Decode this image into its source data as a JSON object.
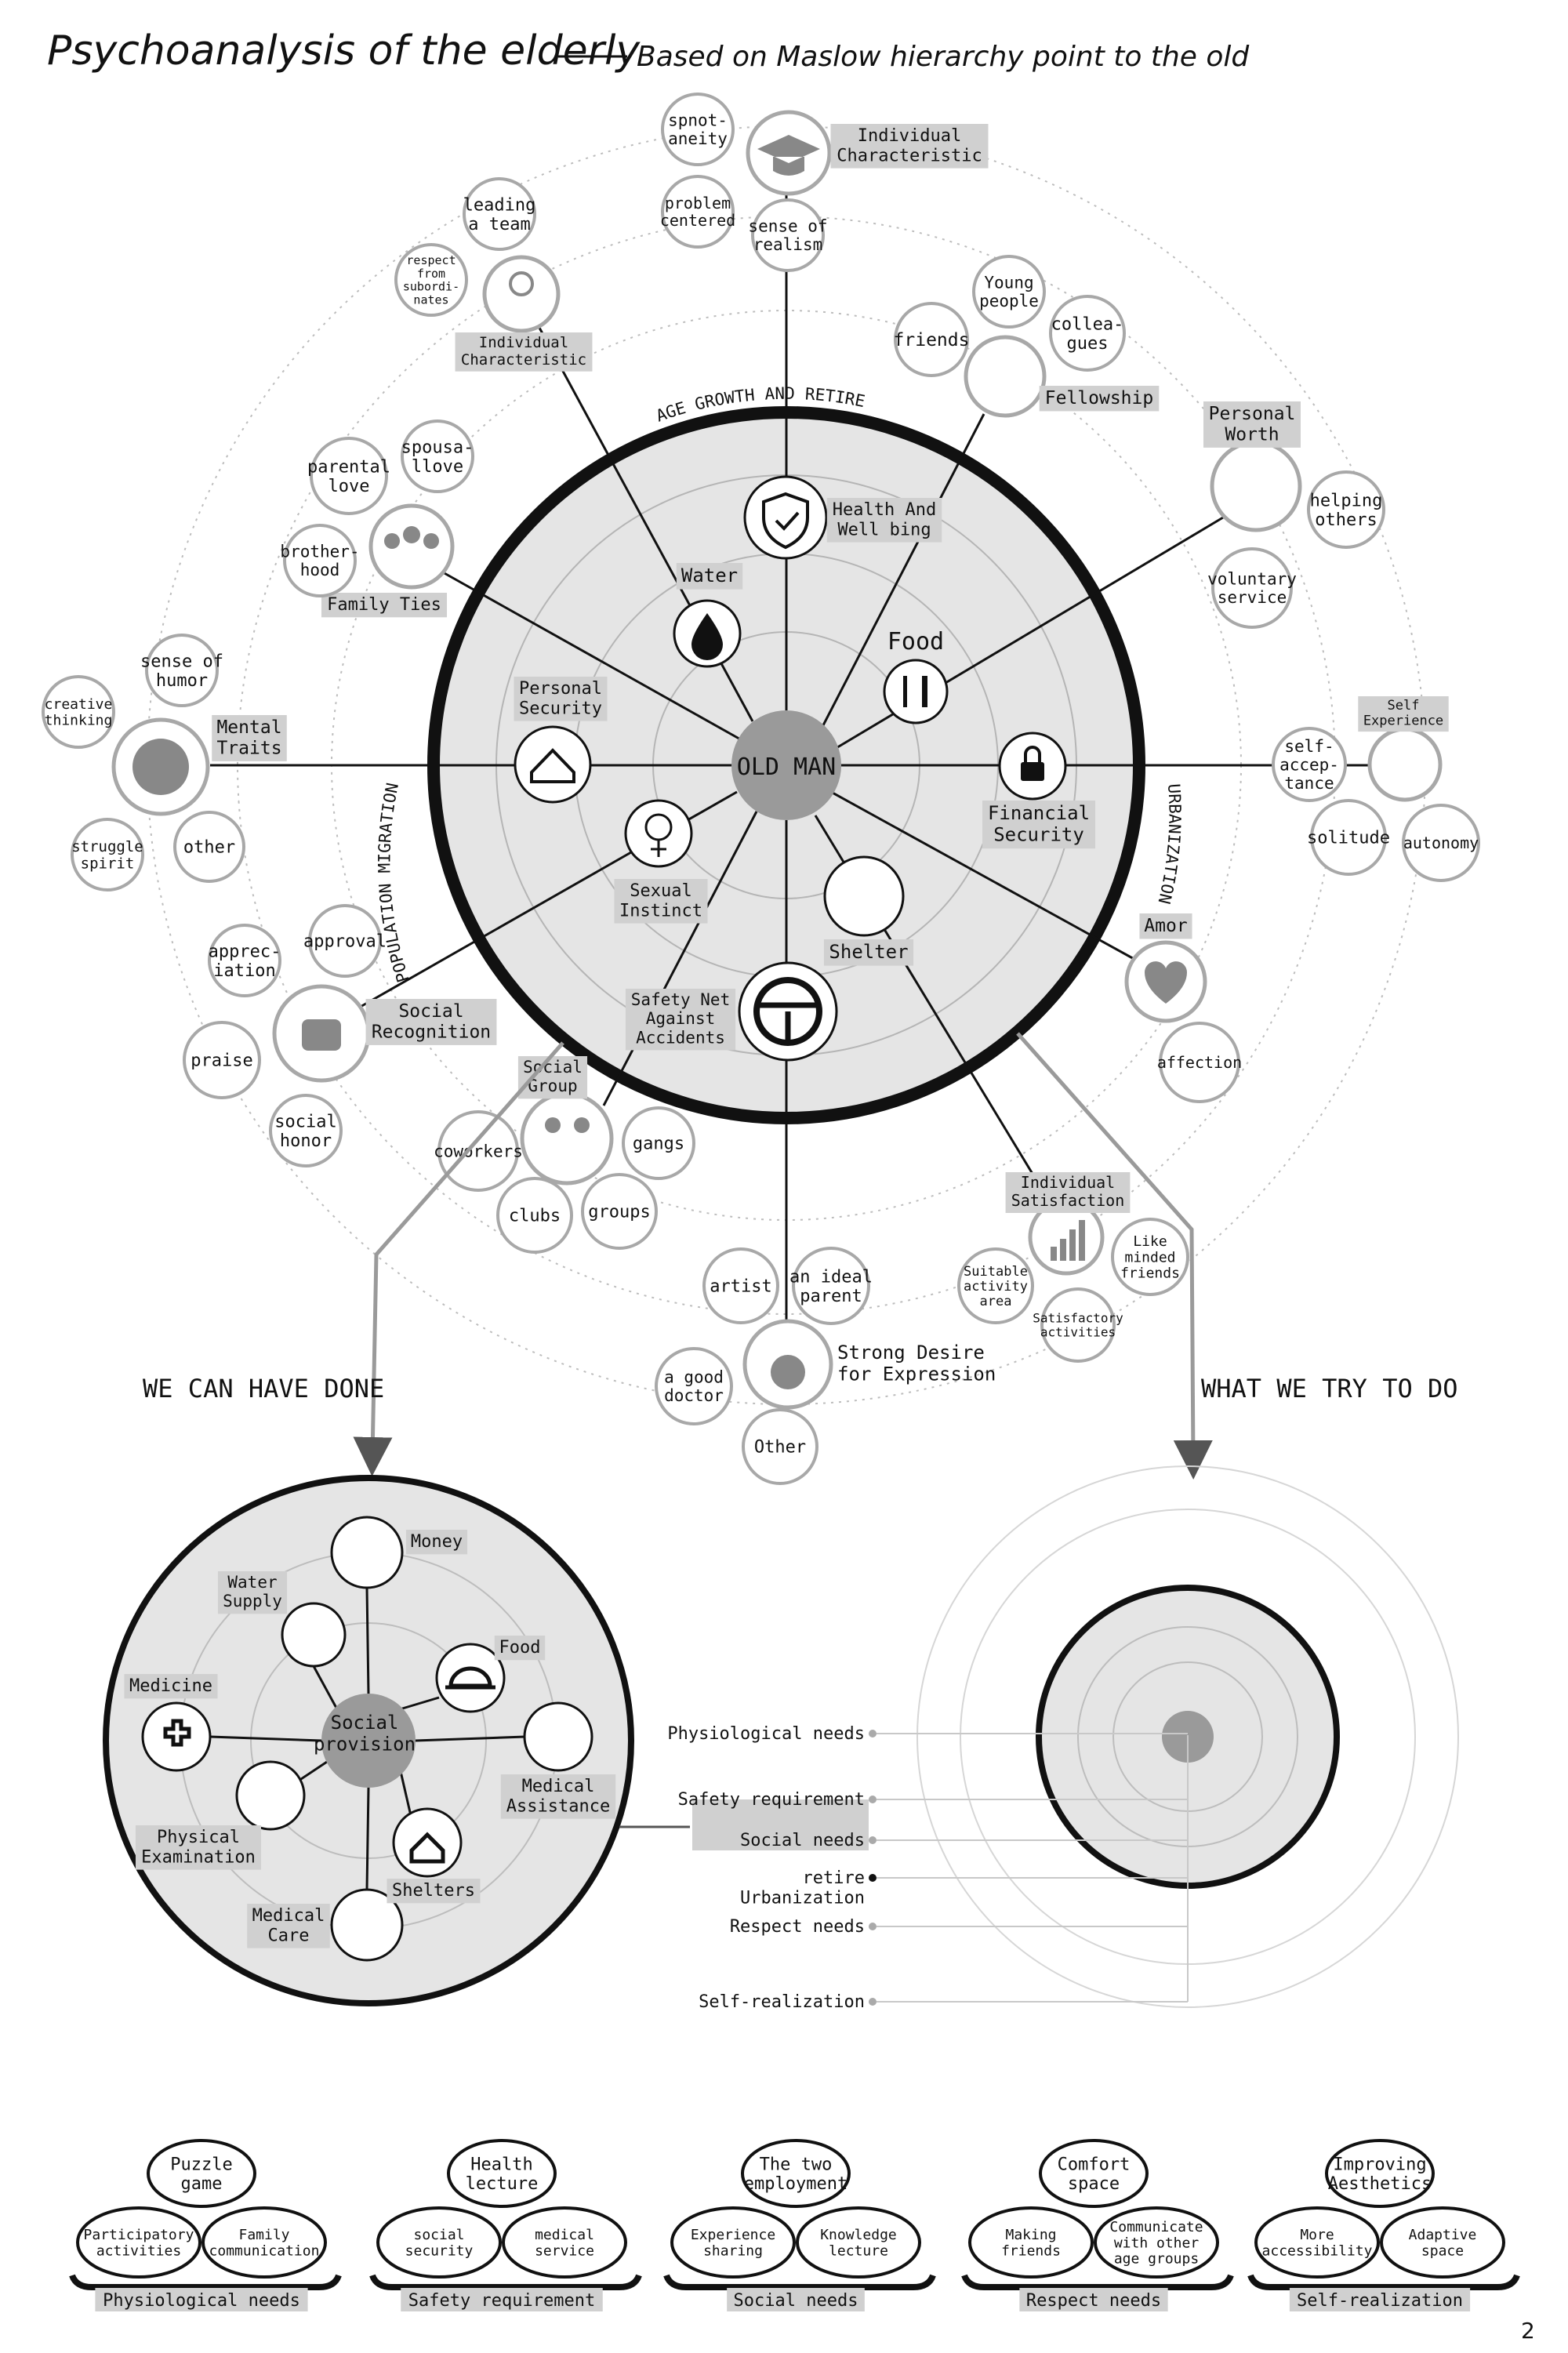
{
  "title": "Psychoanalysis of the elderly",
  "subtitle": "Based on Maslow hierarchy point to the old",
  "page_number": "2",
  "center_label": "OLD MAN",
  "arc_labels": {
    "top": "AGE GROWTH AND RETIRE",
    "left": "POPULATION MIGRATION",
    "right": "URBANIZATION"
  },
  "inner_needs": {
    "health": [
      "Health And",
      "Well bing"
    ],
    "water": [
      "Water"
    ],
    "food": [
      "Food"
    ],
    "personal_security": [
      "Personal",
      "Security"
    ],
    "financial_security": [
      "Financial",
      "Security"
    ],
    "sexual_instinct": [
      "Sexual",
      "Instinct"
    ],
    "shelter": [
      "Shelter"
    ],
    "safety_net": [
      "Safety Net",
      "Against",
      "Accidents"
    ]
  },
  "outer_groups": {
    "top_characteristic": [
      "Individual",
      "Characteristic"
    ],
    "left_characteristic": [
      "Individual",
      "Characteristic"
    ],
    "fellowship": [
      "Fellowship"
    ],
    "personal_worth": [
      "Personal",
      "Worth"
    ],
    "family_ties": [
      "Family Ties"
    ],
    "mental_traits": [
      "Mental",
      "Traits"
    ],
    "self_experience": [
      "Self",
      "Experience"
    ],
    "amor": [
      "Amor"
    ],
    "social_recognition": [
      "Social",
      "Recognition"
    ],
    "social_group": [
      "Social",
      "Group"
    ],
    "individual_satisfaction": [
      "Individual",
      "Satisfaction"
    ],
    "strong_desire": [
      "Strong Desire",
      "for Expression"
    ]
  },
  "bubbles": {
    "spontaneity": [
      "spnot-",
      "aneity"
    ],
    "problem_centered": [
      "problem",
      "centered"
    ],
    "sense_of_realism": [
      "sense of",
      "realism"
    ],
    "leading_a_team": [
      "leading",
      "a team"
    ],
    "respect_from_subordinates": [
      "respect",
      "from",
      "subordi-",
      "nates"
    ],
    "friends": [
      "friends"
    ],
    "young_people": [
      "Young",
      "people"
    ],
    "colleagues": [
      "collea-",
      "gues"
    ],
    "helping_others": [
      "helping",
      "others"
    ],
    "voluntary_service": [
      "voluntary",
      "service"
    ],
    "parental_love": [
      "parental",
      "love"
    ],
    "spousal_love": [
      "spousa-",
      "llove"
    ],
    "brotherhood": [
      "brother-",
      "hood"
    ],
    "sense_of_humor": [
      "sense of",
      "humor"
    ],
    "creative_thinking": [
      "creative",
      "thinking"
    ],
    "struggle_spirit": [
      "struggle",
      "spirit"
    ],
    "other_mental": [
      "other"
    ],
    "self_acceptance": [
      "self-",
      "accep-",
      "tance"
    ],
    "solitude": [
      "solitude"
    ],
    "autonomy": [
      "autonomy"
    ],
    "affection": [
      "affection"
    ],
    "appreciation": [
      "apprec-",
      "iation"
    ],
    "approval": [
      "approval"
    ],
    "praise": [
      "praise"
    ],
    "social_honor": [
      "social",
      "honor"
    ],
    "coworkers": [
      "coworkers"
    ],
    "gangs": [
      "gangs"
    ],
    "clubs": [
      "clubs"
    ],
    "groups": [
      "groups"
    ],
    "suitable_activity_area": [
      "Suitable",
      "activity",
      "area"
    ],
    "like_minded_friends": [
      "Like",
      "minded",
      "friends"
    ],
    "satisfactory_activities": [
      "Satisfactory",
      "activities"
    ],
    "artist": [
      "artist"
    ],
    "an_ideal_parent": [
      "an ideal",
      "parent"
    ],
    "a_good_doctor": [
      "a good",
      "doctor"
    ],
    "other_expression": [
      "Other"
    ]
  },
  "section_labels": {
    "left": "WE CAN HAVE DONE",
    "right": "WHAT WE TRY TO DO"
  },
  "provision": {
    "center": [
      "Social",
      "provision"
    ],
    "money": [
      "Money"
    ],
    "water_supply": [
      "Water",
      "Supply"
    ],
    "food": [
      "Food"
    ],
    "medicine": [
      "Medicine"
    ],
    "medical_assistance": [
      "Medical",
      "Assistance"
    ],
    "physical_examination": [
      "Physical",
      "Examination"
    ],
    "shelters": [
      "Shelters"
    ],
    "medical_care": [
      "Medical",
      "Care"
    ]
  },
  "legend": {
    "physiological": [
      "Physiological needs"
    ],
    "safety": [
      "Safety requirement"
    ],
    "social": [
      "Social needs"
    ],
    "retire": [
      "retire",
      "Urbanization"
    ],
    "respect": [
      "Respect needs"
    ],
    "self_realization": [
      "Self-realization"
    ]
  },
  "bottom_groups": [
    {
      "label": "Physiological needs",
      "top": [
        "Puzzle",
        "game"
      ],
      "left": [
        "Participatory",
        "activities"
      ],
      "right": [
        "Family",
        "communication"
      ]
    },
    {
      "label": "Safety requirement",
      "top": [
        "Health",
        "lecture"
      ],
      "left": [
        "social",
        "security"
      ],
      "right": [
        "medical",
        "service"
      ]
    },
    {
      "label": "Social needs",
      "top": [
        "The two",
        "employment"
      ],
      "left": [
        "Experience",
        "sharing"
      ],
      "right": [
        "Knowledge",
        "lecture"
      ]
    },
    {
      "label": "Respect needs",
      "top": [
        "Comfort",
        "space"
      ],
      "left": [
        "Making",
        "friends"
      ],
      "right": [
        "Communicate",
        "with other",
        "age groups"
      ]
    },
    {
      "label": "Self-realization",
      "top": [
        "Improving",
        "Aesthetics"
      ],
      "left": [
        "More",
        "accessibility"
      ],
      "right": [
        "Adaptive",
        "space"
      ]
    }
  ],
  "colors": {
    "ink": "#1a1a1a",
    "inner_fill": "#e5e5e5",
    "center_fill": "#9a9a9a",
    "label_bg": "#d0d0d0",
    "bubble_stroke": "#a8a8a8",
    "ring_stroke": "#bdbdbd"
  },
  "icons": {
    "graduation": "graduation-cap-icon",
    "person": "person-icon",
    "fellowship": "network-people-icon",
    "handshake": "handshake-icon",
    "family": "family-icon",
    "brain": "brain-gears-icon",
    "stairs": "stairs-icon",
    "heart": "heart-icon",
    "thumbs_up": "thumbs-up-icon",
    "two_people": "two-people-icon",
    "bar_chart": "bar-chart-icon",
    "medal": "medal-icon",
    "shield": "shield-check-icon",
    "drop": "water-drop-icon",
    "fork_knife": "fork-knife-icon",
    "house_shelter": "house-shelter-icon",
    "lock": "lock-icon",
    "gender": "gender-symbols-icon",
    "elevator": "elevator-icon",
    "steering": "steering-wheel-icon"
  }
}
